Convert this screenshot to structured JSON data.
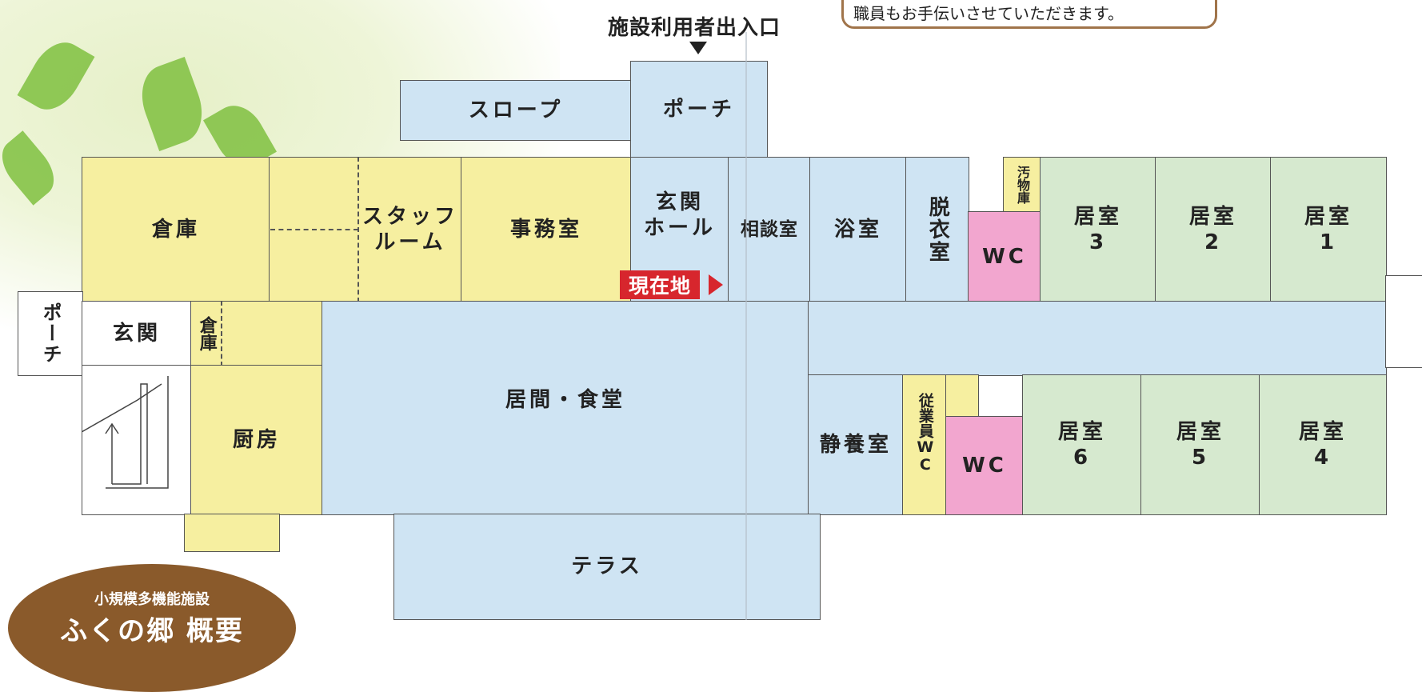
{
  "entrance_label": "施設利用者出入口",
  "note_text": "職員もお手伝いさせていただきます。",
  "current_location": "現在地",
  "badge": {
    "subtitle": "小規模多機能施設",
    "title": "ふくの郷 概要"
  },
  "rooms": {
    "slope": "スロープ",
    "porch_top": "ポーチ",
    "storage_big": "倉庫",
    "staff_room": "スタッフ\nルーム",
    "office": "事務室",
    "entrance_hall": "玄関\nホール",
    "consult": "相談室",
    "bath": "浴室",
    "dressing": "脱衣室",
    "soiled_storage": "汚物庫",
    "wc_top": "WC",
    "room3": "居室\n3",
    "room2": "居室\n2",
    "room1": "居室\n1",
    "porch_left": "ポーチ",
    "entrance": "玄関",
    "storage_small": "倉庫",
    "kitchen": "厨房",
    "living_dining": "居間・食堂",
    "rest_room": "静養室",
    "staff_wc": "従業員WC",
    "wc_bottom": "WC",
    "room6": "居室\n6",
    "room5": "居室\n5",
    "room4": "居室\n4",
    "terrace": "テラス"
  },
  "colors": {
    "yellow": "#f6efa0",
    "blue": "#cfe4f3",
    "green": "#d6e9cf",
    "pink": "#f2a6cf",
    "current": "#d7262d"
  }
}
